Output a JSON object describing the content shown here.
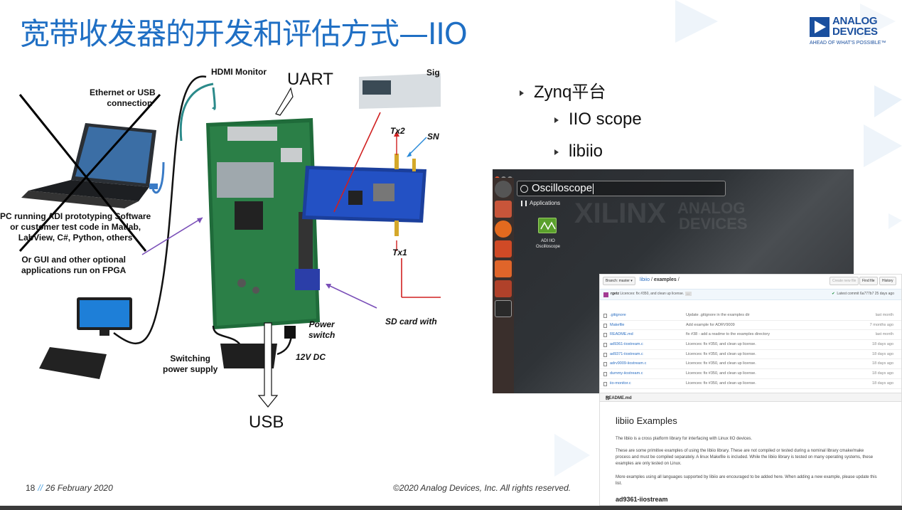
{
  "slide": {
    "title": "宽带收发器的开发和评估方式—IIO",
    "logo": {
      "line1": "ANALOG",
      "line2": "DEVICES",
      "tagline": "AHEAD OF WHAT'S POSSIBLE™"
    },
    "footer": {
      "page": "18",
      "separator": "//",
      "date": "26 February 2020",
      "copyright": "©2020 Analog Devices, Inc. All rights reserved."
    },
    "colors": {
      "title": "#1f6fc4",
      "brand": "#1a4f9e"
    }
  },
  "diagram": {
    "hdmi": "HDMI  Monitor",
    "uart": "UART",
    "sig": "Sig",
    "ethernet_line1": "Ethernet or USB",
    "ethernet_line2": "connection",
    "pc_line1": "PC running ADI prototyping Software",
    "pc_line2": "or customer test code in Matlab,",
    "pc_line3": "LabView, C#, Python, others",
    "gui_line1": "Or GUI and other optional",
    "gui_line2": "applications run on FPGA",
    "tx2": "Tx2",
    "tx1": "Tx1",
    "sn": "SN",
    "sd": "SD card with",
    "power_line1": "Power",
    "power_line2": "switch",
    "dc": "12V DC",
    "psu_line1": "Switching",
    "psu_line2": "power supply",
    "usb": "USB"
  },
  "bullets": [
    {
      "text": "Zynq平台"
    },
    {
      "text": "IIO scope"
    },
    {
      "text": "libiio"
    }
  ],
  "desktop": {
    "search_value": "Oscilloscope",
    "apps_header": "Applications",
    "app_name_line1": "ADI IIO",
    "app_name_line2": "Oscilloscope",
    "wm_xilinx": "XILINX",
    "wm_analog": "ANALOG",
    "wm_devices": "DEVICES"
  },
  "github": {
    "branch": "Branch: master ▾",
    "path_repo": "libiio",
    "path_sep": " / ",
    "path_dir": "examples",
    "path_tail": " /",
    "btn_create": "Create new file",
    "btn_find": "Find file",
    "btn_history": "History",
    "commit_author": "rgetz",
    "commit_msg": "Licences: fix #350, and clean up license.",
    "commit_ellipsis": "…",
    "latest_commit": "Latest commit 6a777b7 25 days ago",
    "files": [
      {
        "name": ".gitignore",
        "msg": "Update .gitignore in the examples dir",
        "age": "last month"
      },
      {
        "name": "Makefile",
        "msg": "Add example for ADRV9009",
        "age": "7 months ago"
      },
      {
        "name": "README.md",
        "msg": "fix #38 - add a readme to the examples directory",
        "age": "last month"
      },
      {
        "name": "ad9361-iiostream.c",
        "msg": "Licences: fix #350, and clean up license.",
        "age": "18 days ago"
      },
      {
        "name": "ad9371-iiostream.c",
        "msg": "Licences: fix #350, and clean up license.",
        "age": "18 days ago"
      },
      {
        "name": "adrv9009-iiostream.c",
        "msg": "Licences: fix #350, and clean up license.",
        "age": "18 days ago"
      },
      {
        "name": "dummy-iiostream.c",
        "msg": "Licences: fix #350, and clean up license.",
        "age": "18 days ago"
      },
      {
        "name": "iio-monitor.c",
        "msg": "Licences: fix #350, and clean up license.",
        "age": "18 days ago"
      }
    ],
    "readme_label": "README.md",
    "readme_title": "libiio Examples",
    "readme_p1": "The libiio is a cross platform library for interfacing with Linux IIO devices.",
    "readme_p2": "These are some primitive examples of using the libiio library. These are not compiled or tested during a nominal library cmake/make process and must be compiled separately. A linux Makefile is included. While the libiio library is tested on many operating systems, these examples are only tested on Linux.",
    "readme_p3": "More examples using all languages supported by libiio are encouraged to be added here. When adding a new example, please update this list.",
    "readme_h2": "ad9361-iiostream"
  }
}
